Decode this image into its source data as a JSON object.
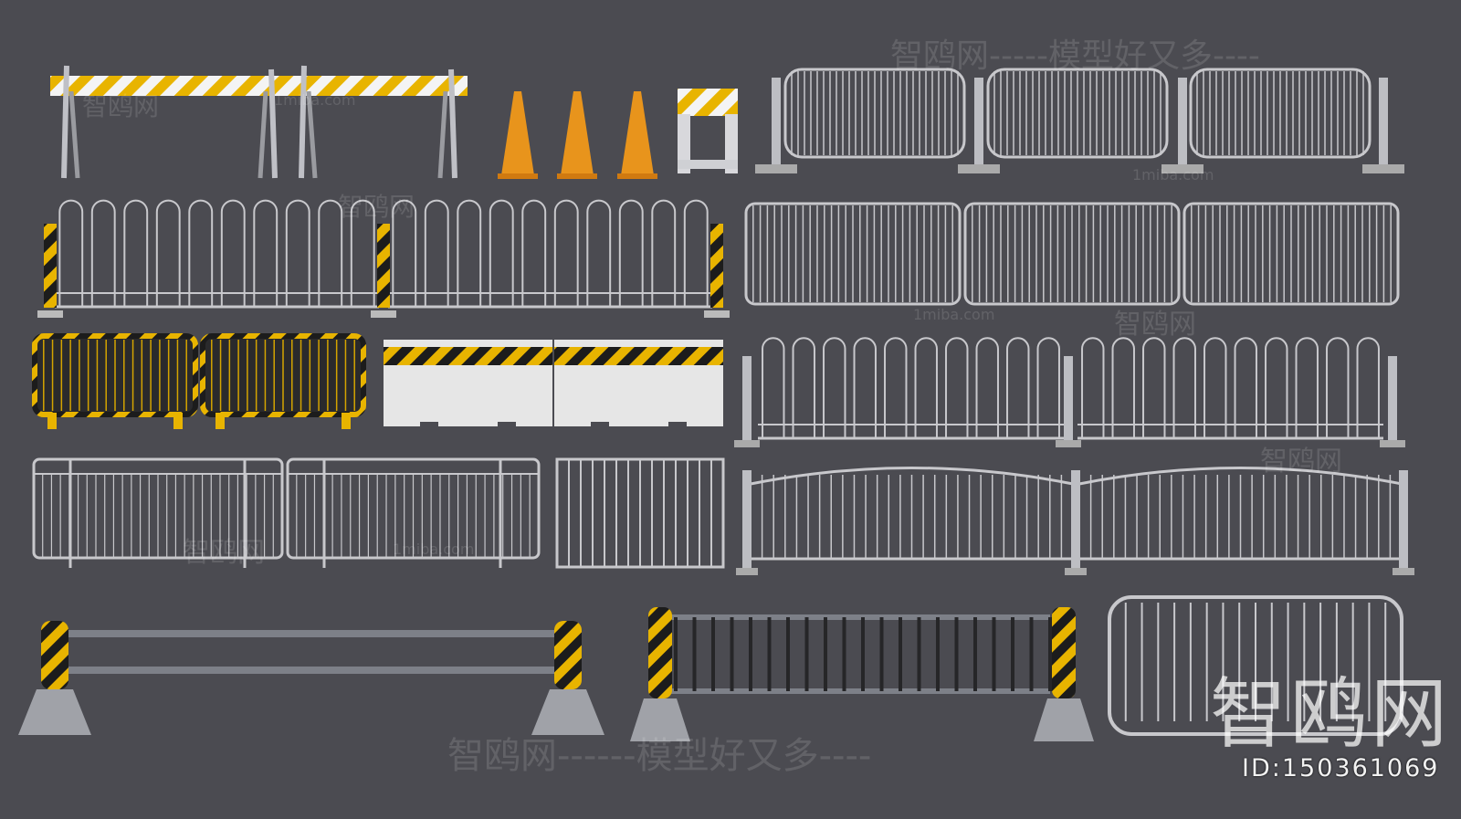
{
  "colors": {
    "background": "#4b4b51",
    "stripe_yellow": "#e8b400",
    "stripe_black": "#1c1c1c",
    "metal": "#c8c8cc",
    "cone": "#e8941c",
    "concrete": "#e6e6e6"
  },
  "watermarks": {
    "slogan_top": "智鸥网-----模型好又多----",
    "slogan_bottom": "智鸥网------模型好又多----",
    "brand": "智鸥网",
    "domain": "1miba.com"
  },
  "brand_logo_text": "智鸥网",
  "image_id": "ID:150361069"
}
